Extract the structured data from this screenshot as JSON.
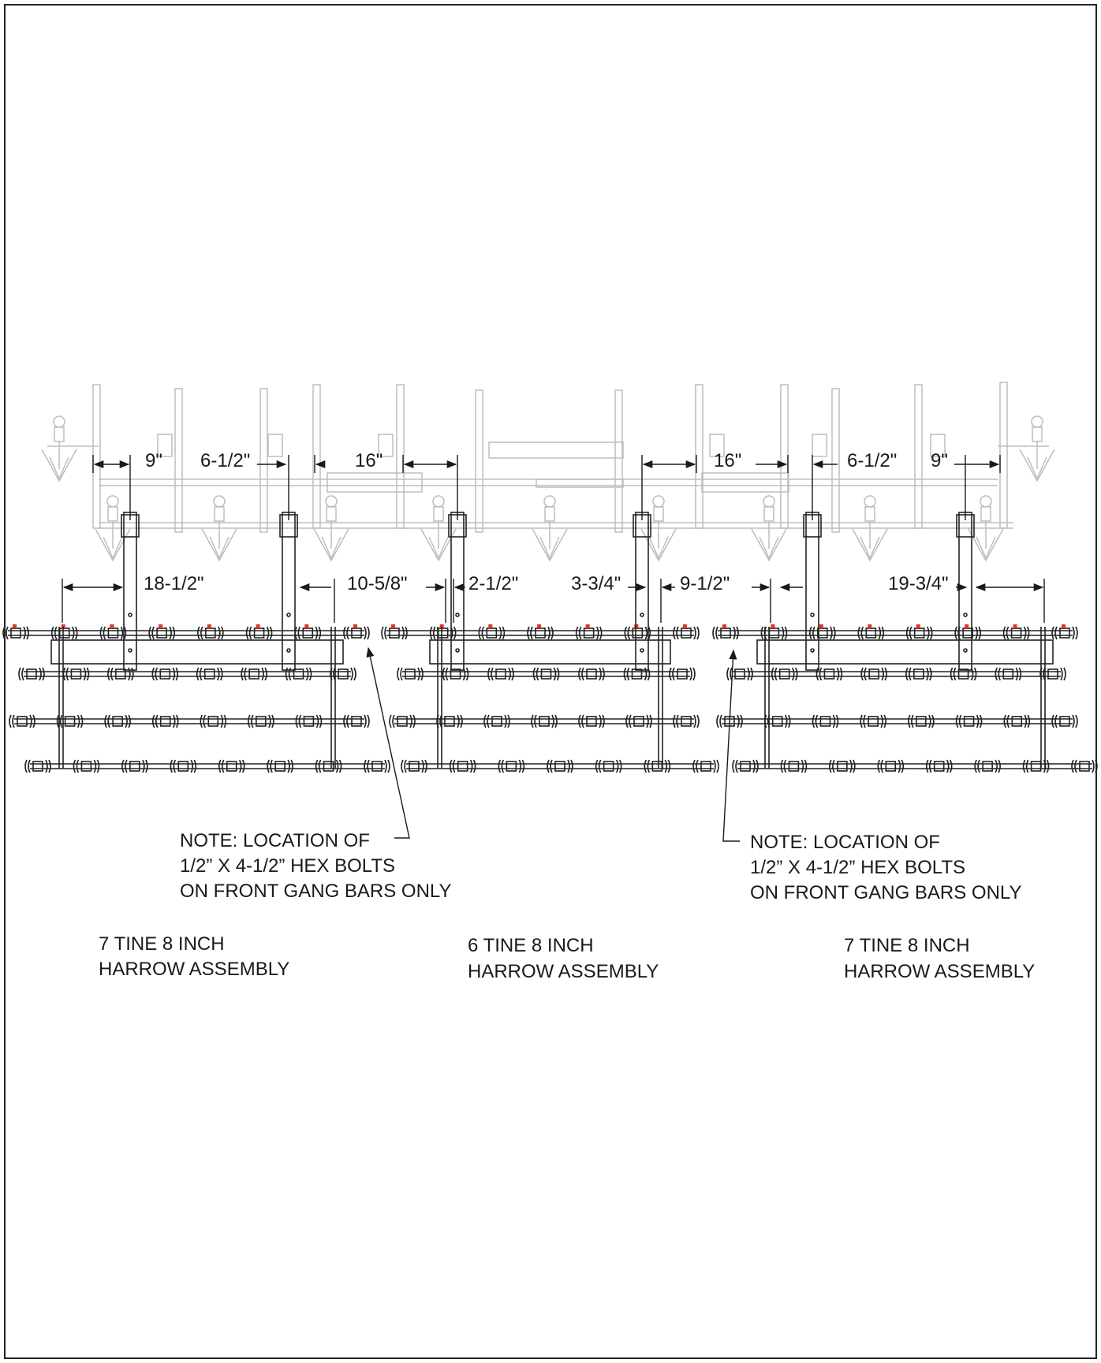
{
  "diagram": {
    "colors": {
      "frame": "#bfbfbf",
      "harrow": "#222222",
      "bolt": "#e0342a",
      "text": "#1a1a1a",
      "border": "#222222"
    },
    "dimensions": {
      "top": [
        "9\"",
        "6-1/2\"",
        "16\"",
        "16\"",
        "6-1/2\"",
        "9\""
      ],
      "bottom": [
        "18-1/2\"",
        "10-5/8\"",
        "2-1/2\"",
        "3-3/4\"",
        "9-1/2\"",
        "19-3/4\""
      ]
    },
    "notes": {
      "left": [
        "NOTE: LOCATION OF",
        "1/2” X 4-1/2” HEX BOLTS",
        "ON FRONT GANG BARS ONLY"
      ],
      "right": [
        "NOTE: LOCATION OF",
        "1/2” X 4-1/2” HEX BOLTS",
        "ON FRONT GANG BARS ONLY"
      ]
    },
    "assemblies": [
      {
        "line1": "7 TINE 8 INCH",
        "line2": "HARROW ASSEMBLY",
        "tines": 7
      },
      {
        "line1": "6 TINE 8 INCH",
        "line2": "HARROW ASSEMBLY",
        "tines": 6
      },
      {
        "line1": "7 TINE 8 INCH",
        "line2": "HARROW ASSEMBLY",
        "tines": 7
      }
    ]
  }
}
